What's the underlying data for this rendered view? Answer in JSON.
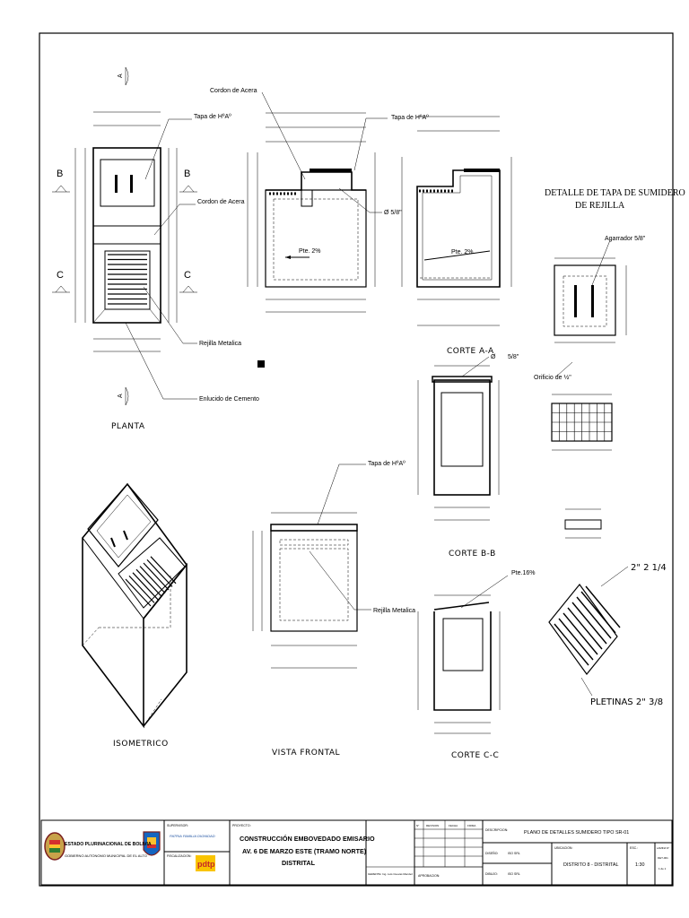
{
  "labels": {
    "cordon_acera_1": "Cordon de Acera",
    "tapa_1": "Tapa de HºAº",
    "tapa_2": "Tapa de HºAº",
    "cordon_acera_2": "Cordon de Acera",
    "rejilla_1": "Rejilla Metalica",
    "enlucido": "Enlucido de Cemento",
    "diam_1": "Ø 5/8\"",
    "pte_1": "Pte. 2%",
    "pte_2": "Pte. 2%",
    "diam_2": "Ø",
    "diam_2b": "5/8\"",
    "agarrador": "Agarrador 5/8\"",
    "orificio": "Orificio de ½\"",
    "tapa_3": "Tapa de HºAº",
    "rejilla_2": "Rejilla Metalica",
    "pte_16": "Pte.16%",
    "two_quarter": "2\" 2 1/4",
    "pletinas": "PLETINAS 2\" 3/8",
    "sec_a": "A",
    "sec_b": "B",
    "sec_c": "C"
  },
  "captions": {
    "planta": "PLANTA",
    "corte_aa": "CORTE A-A",
    "detalle_1": "DETALLE DE TAPA DE SUMIDERO",
    "detalle_2": "DE REJILLA",
    "corte_bb": "CORTE B-B",
    "isometrico": "ISOMETRICO",
    "vista_frontal": "VISTA FRONTAL",
    "corte_cc": "CORTE C-C"
  },
  "title_block": {
    "org_1": "ESTADO PLURINACIONAL DE BOLIVIA",
    "org_2": "GOBIERNO AUTONOMO MUNICIPAL DE EL ALTO",
    "supervisor_label": "SUPERVISOR:",
    "supervisor_value": "PATRIA FAMILIA DIGNIDAD",
    "fiscalizacion_label": "FISCALIZACION:",
    "fiscal_logo": "pdtp",
    "proyecto_label": "PROYECTO:",
    "proyecto_1": "CONSTRUCCIÓN EMBOVEDADO EMISARIO",
    "proyecto_2": "AV. 6 DE MARZO ESTE (TRAMO NORTE)",
    "proyecto_3": "DISTRITAL",
    "gerente": "GERENTE: Ing. Luis Cuevas Mendez",
    "aprobacion": "APROBACION:",
    "rev_n": "N°",
    "revision": "REVISION",
    "fecha": "FECHA",
    "firma": "FIRMA",
    "descripcion_label": "DESCRIPCION:",
    "descripcion_value": "PLANO DE DETALLES SUMIDERO TIPO SR-01",
    "diseno_label": "DISEÑO:",
    "diseno_value": "ISO SRL",
    "dibujo_label": "DIBUJO:",
    "dibujo_value": "ISO SRL",
    "ubicacion_label": "UBICACION:",
    "ubicacion_value": "DISTRITO 8 - DISTRITAL",
    "esc_label": "ESC.:",
    "esc_value": "1:30",
    "lamina_label": "LAMINA N°",
    "lamina_value": "DET-001",
    "lamina_hoja": "1 de 1"
  }
}
